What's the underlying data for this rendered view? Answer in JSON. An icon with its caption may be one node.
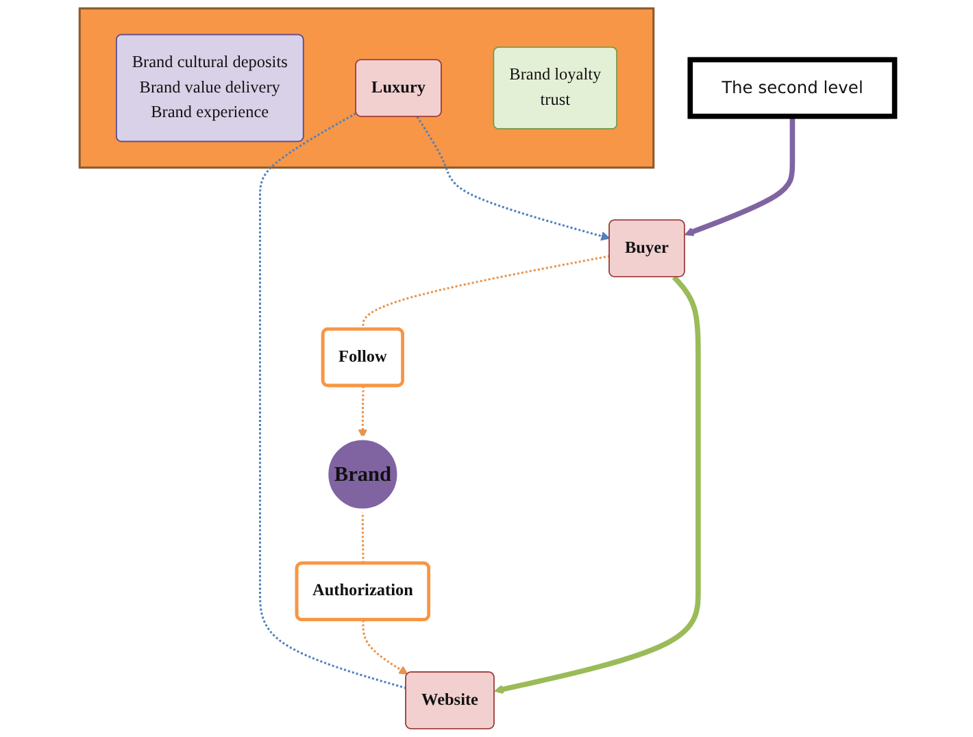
{
  "diagram": {
    "nodes": [
      {
        "text": [],
        "shape": "box"
      },
      {
        "text": [
          "Brand cultural deposits",
          "Brand value delivery",
          "Brand experience"
        ],
        "in": 0
      },
      {
        "text": [
          "The second level"
        ]
      },
      {
        "text": [
          "Website"
        ]
      },
      {
        "text": [
          "Luxury"
        ],
        "in": 0
      },
      {
        "text": [
          "Buyer"
        ]
      },
      {
        "text": [
          "Brand loyalty",
          "trust"
        ],
        "in": 0
      },
      {
        "text": [
          "Brand"
        ]
      },
      {
        "text": [
          "Authorization"
        ]
      },
      {
        "text": [
          "Follow"
        ]
      }
    ],
    "edges": [
      {
        "from": 3,
        "to": 4,
        "arrow": "none",
        "style": "dashed",
        "color": "#4f81bd"
      },
      {
        "from": 4,
        "to": 5,
        "arrow": "to",
        "style": "dashed",
        "color": "#4f81bd"
      },
      {
        "from": 2,
        "to": 5,
        "arrow": "to",
        "style": "thick",
        "color": "#8064a2"
      },
      {
        "from": 5,
        "to": 3,
        "arrow": "to",
        "style": "thick",
        "color": "#9bbb59"
      },
      {
        "from": 7,
        "to": 8,
        "arrow": "none",
        "style": "dashed"
      },
      {
        "from": 8,
        "to": 3,
        "arrow": "to",
        "style": "dashed"
      },
      {
        "from": 5,
        "to": 9,
        "arrow": "none",
        "style": "dashed"
      },
      {
        "from": 9,
        "to": 7,
        "arrow": "to",
        "style": "dashed"
      }
    ]
  }
}
